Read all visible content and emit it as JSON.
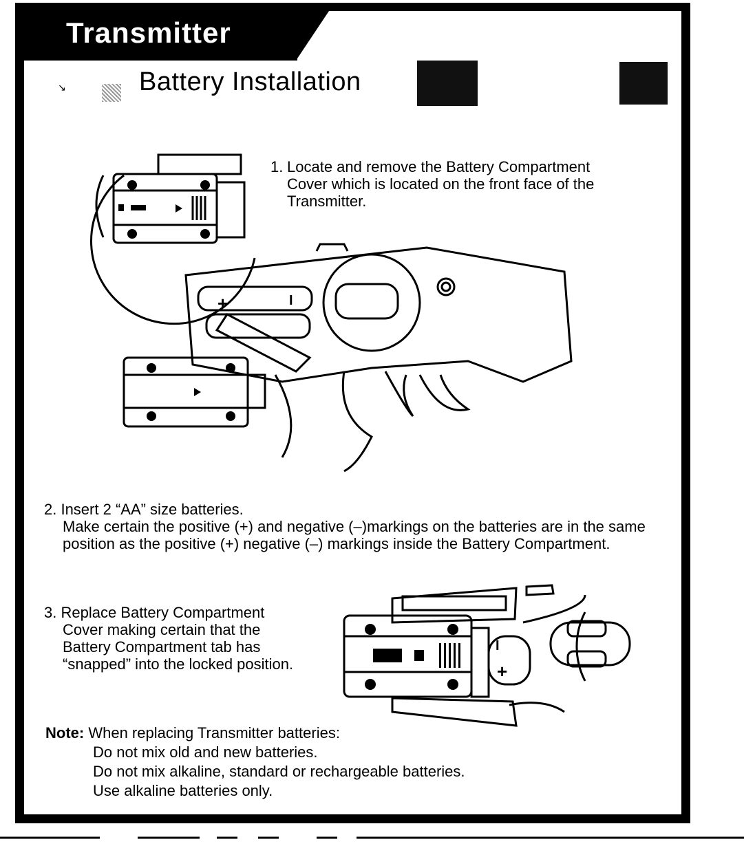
{
  "header": {
    "title": "Transmitter",
    "section_title": "Battery Installation"
  },
  "steps": {
    "step1": {
      "number": "1.",
      "text": "Locate and remove the Battery Compartment Cover which is located on the front face of the Transmitter."
    },
    "step2": {
      "heading": "2. Insert 2 “AA” size batteries.",
      "body": "Make certain the positive (+) and negative (–)markings on the batteries are in the same position as the positive (+) negative (–) markings inside the Battery Compartment."
    },
    "step3": {
      "heading": "3. Replace Battery Compartment",
      "body": "Cover making certain that the Battery Compartment tab has “snapped” into the locked position."
    }
  },
  "note": {
    "label": "Note:",
    "intro": "When replacing Transmitter batteries:",
    "items": [
      "Do not mix old and new batteries.",
      "Do not mix alkaline, standard or rechargeable batteries.",
      "Use alkaline batteries only."
    ]
  },
  "illustrations": {
    "battery_plus": "+",
    "battery_minus": "I"
  },
  "colors": {
    "ink": "#000000",
    "paper": "#ffffff"
  }
}
